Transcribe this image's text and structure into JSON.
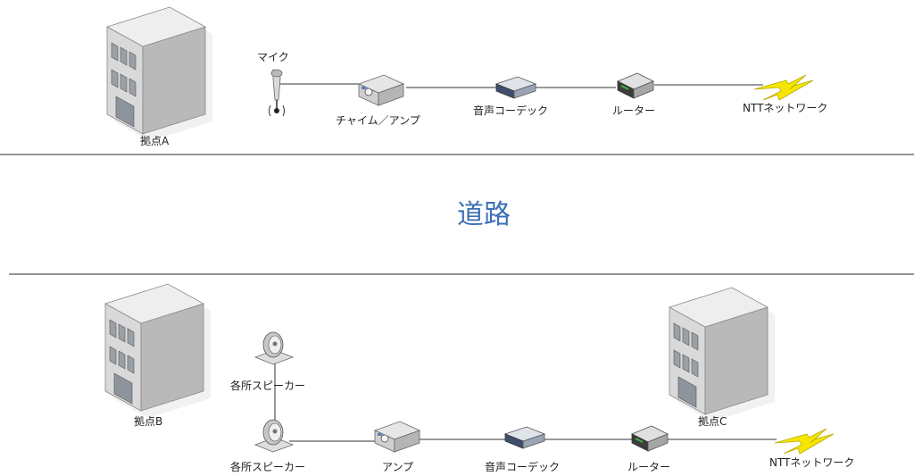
{
  "site_a": {
    "building": "拠点A",
    "mic": "マイク",
    "chime_amp": "チャイム／アンプ",
    "codec": "音声コーデック",
    "router": "ルーター",
    "network": "NTTネットワーク"
  },
  "road": "道路",
  "site_b": {
    "building": "拠点B",
    "speaker_upper": "各所スピーカー",
    "speaker_lower": "各所スピーカー",
    "amp": "アンプ",
    "codec": "音声コーデック",
    "router": "ルーター",
    "network": "NTTネットワーク"
  },
  "site_c": {
    "building": "拠点C"
  },
  "colors": {
    "road_text": "#3b6fb6",
    "lightning": "#f4e600"
  }
}
